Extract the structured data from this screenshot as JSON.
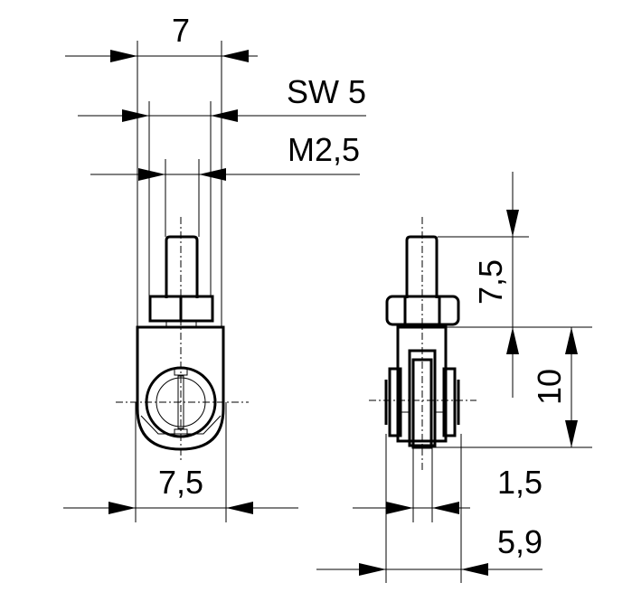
{
  "drawing": {
    "front_view": {
      "width_label": "7",
      "wrench_size_label": "SW 5",
      "thread_label": "M2,5",
      "body_width_label": "7,5"
    },
    "side_view": {
      "stud_length_label": "7,5",
      "body_height_label": "10",
      "slot_width_label": "1,5",
      "overall_width_label": "5,9"
    }
  }
}
